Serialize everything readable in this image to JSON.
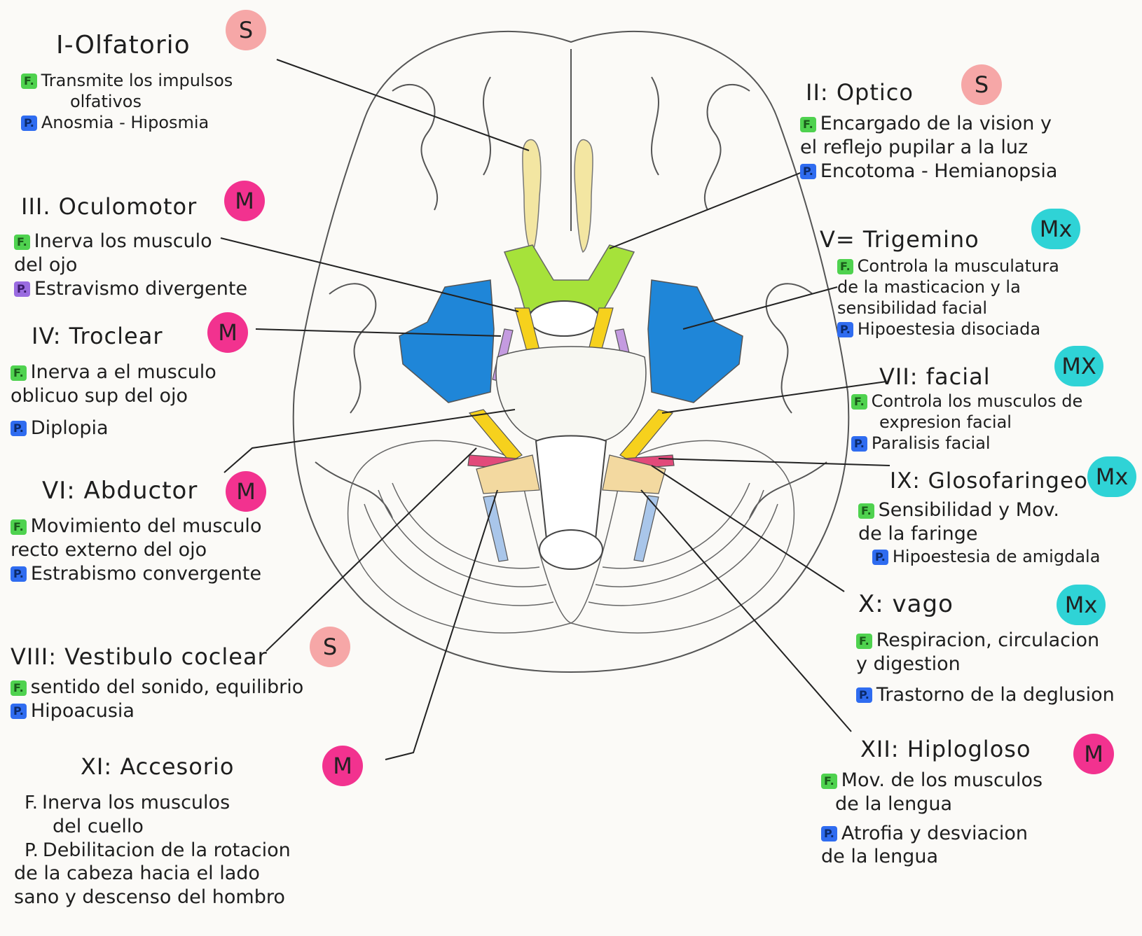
{
  "colors": {
    "sensory_badge": "#f6a7a7",
    "motor_badge": "#f2328f",
    "mixed_badge": "#2fd3d6",
    "function_tag": "#4fd24f",
    "pathology_tag": "#2f6cf0",
    "pathology_tag_purple": "#9a6be0",
    "olfactory": "#f3e6a2",
    "optic": "#a6e23a",
    "trigeminal": "#1f86d8",
    "oculomotor": "#f6d11d",
    "trochlear": "#c49be0",
    "facial": "#f0a0c8",
    "vestibulocochlear": "#e24a7a",
    "glossopharyngeal": "#f3d9a0",
    "hypoglossal": "#a9c6ea"
  },
  "nerves": [
    {
      "id": "i",
      "title": "I-Olfatorio",
      "badge": "S",
      "type": "sensory",
      "f_tag": "F.",
      "f_lines": [
        "Transmite los impulsos",
        "olfativos"
      ],
      "p_tag": "P.",
      "p_lines": [
        "Anosmia - Hiposmia"
      ]
    },
    {
      "id": "ii",
      "title": "II: Optico",
      "badge": "S",
      "type": "sensory",
      "f_tag": "F.",
      "f_lines": [
        "Encargado de la vision y",
        "el reflejo pupilar a la luz"
      ],
      "p_tag": "P.",
      "p_lines": [
        "Encotoma - Hemianopsia"
      ]
    },
    {
      "id": "iii",
      "title": "III. Oculomotor",
      "badge": "M",
      "type": "motor",
      "f_tag": "F.",
      "f_lines": [
        "Inerva los musculo",
        "del ojo"
      ],
      "p_tag": "P.",
      "p_lines": [
        "Estravismo divergente"
      ]
    },
    {
      "id": "iv",
      "title": "IV: Troclear",
      "badge": "M",
      "type": "motor",
      "f_tag": "F.",
      "f_lines": [
        "Inerva a el musculo",
        "oblicuo sup del ojo"
      ],
      "p_tag": "P.",
      "p_lines": [
        "Diplopia"
      ]
    },
    {
      "id": "v",
      "title": "V= Trigemino",
      "badge": "Mx",
      "type": "mixed",
      "f_tag": "F.",
      "f_lines": [
        "Controla la musculatura",
        "de la masticacion y la",
        "sensibilidad facial"
      ],
      "p_tag": "P.",
      "p_lines": [
        "Hipoestesia disociada"
      ]
    },
    {
      "id": "vi",
      "title": "VI: Abductor",
      "badge": "M",
      "type": "motor",
      "f_tag": "F.",
      "f_lines": [
        "Movimiento del musculo",
        "recto externo del ojo"
      ],
      "p_tag": "P.",
      "p_lines": [
        "Estrabismo convergente"
      ]
    },
    {
      "id": "vii",
      "title": "VII: facial",
      "badge": "MX",
      "type": "mixed",
      "f_tag": "F.",
      "f_lines": [
        "Controla los musculos de",
        "expresion facial"
      ],
      "p_tag": "P.",
      "p_lines": [
        "Paralisis facial"
      ]
    },
    {
      "id": "viii",
      "title": "VIII: Vestibulo coclear",
      "badge": "S",
      "type": "sensory",
      "f_tag": "F.",
      "f_lines": [
        "sentido del sonido, equilibrio"
      ],
      "p_tag": "P.",
      "p_lines": [
        "Hipoacusia"
      ]
    },
    {
      "id": "ix",
      "title": "IX: Glosofaringeo",
      "badge": "Mx",
      "type": "mixed",
      "f_tag": "F.",
      "f_lines": [
        "Sensibilidad y Mov.",
        "de la faringe"
      ],
      "p_tag": "P.",
      "p_lines": [
        "Hipoestesia de amigdala"
      ]
    },
    {
      "id": "x",
      "title": "X: vago",
      "badge": "Mx",
      "type": "mixed",
      "f_tag": "F.",
      "f_lines": [
        "Respiracion, circulacion",
        "y digestion"
      ],
      "p_tag": "P.",
      "p_lines": [
        "Trastorno de la deglusion"
      ]
    },
    {
      "id": "xi",
      "title": "XI: Accesorio",
      "badge": "M",
      "type": "motor",
      "f_tag": "F.",
      "f_lines": [
        "Inerva los musculos",
        "del cuello"
      ],
      "p_tag": "P.",
      "p_lines": [
        "Debilitacion de la rotacion",
        "de la cabeza hacia el lado",
        "sano y descenso del hombro"
      ]
    },
    {
      "id": "xii",
      "title": "XII: Hiplogloso",
      "badge": "M",
      "type": "motor",
      "f_tag": "F.",
      "f_lines": [
        "Mov. de los musculos",
        "de la lengua"
      ],
      "p_tag": "P.",
      "p_lines": [
        "Atrofia y desviacion",
        "de la lengua"
      ]
    }
  ]
}
